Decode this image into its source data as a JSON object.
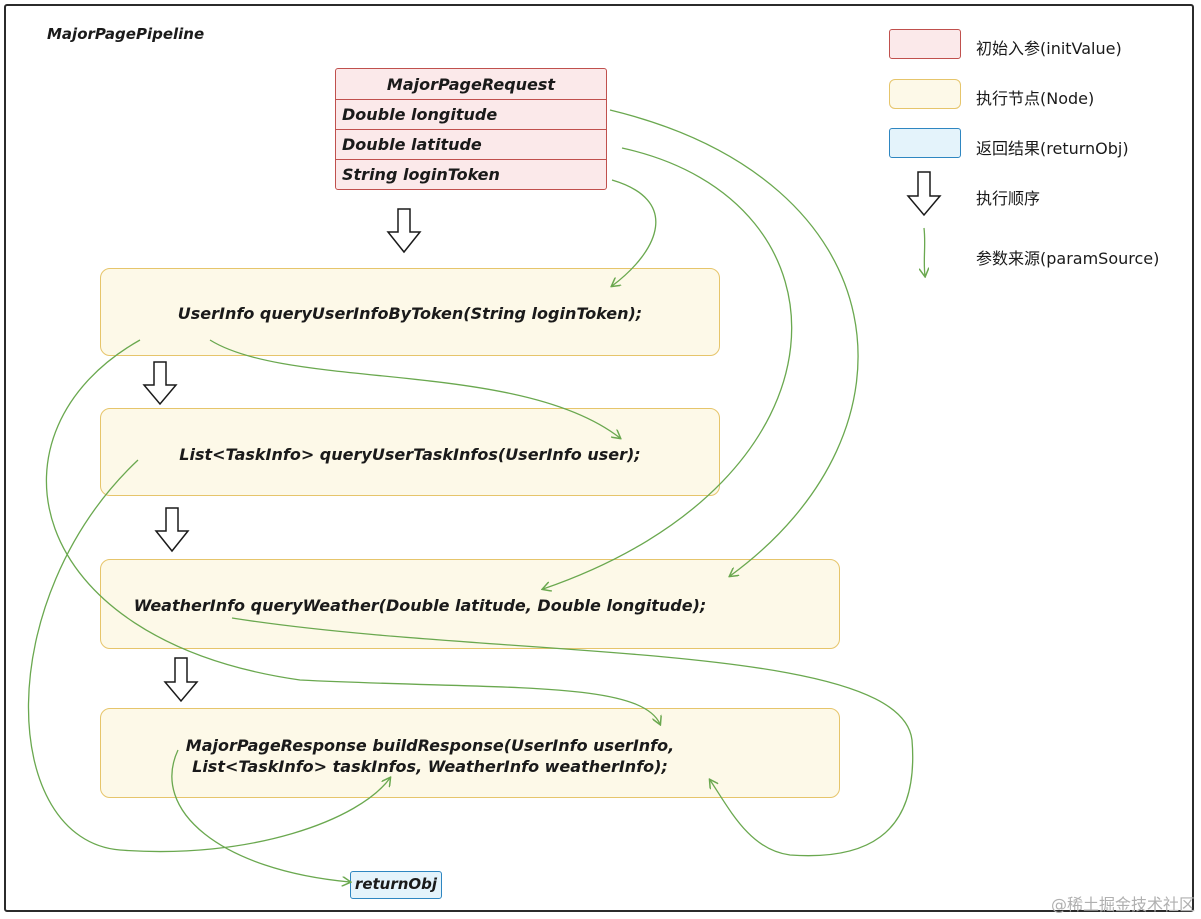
{
  "title": "MajorPagePipeline",
  "request": {
    "header": "MajorPageRequest",
    "fields": [
      "Double longitude",
      "Double latitude",
      "String loginToken"
    ]
  },
  "nodes": [
    {
      "lines": [
        "UserInfo queryUserInfoByToken(String loginToken);"
      ]
    },
    {
      "lines": [
        "List<TaskInfo> queryUserTaskInfos(UserInfo user);"
      ]
    },
    {
      "lines": [
        "WeatherInfo queryWeather(Double latitude, Double longitude);"
      ]
    },
    {
      "lines": [
        "MajorPageResponse buildResponse(UserInfo userInfo,",
        "List<TaskInfo> taskInfos, WeatherInfo weatherInfo);"
      ]
    }
  ],
  "return_obj": "returnObj",
  "legend": [
    {
      "label": "初始入参(initValue)",
      "kind": "init-value",
      "color": "#c0504d"
    },
    {
      "label": "执行节点(Node)",
      "kind": "node",
      "color": "#e6c56b"
    },
    {
      "label": "返回结果(returnObj)",
      "kind": "return-obj",
      "color": "#2e86c1"
    },
    {
      "label": "执行顺序",
      "kind": "exec-order-arrow"
    },
    {
      "label": "参数来源(paramSource)",
      "kind": "param-source-arrow",
      "color": "#6aa84f"
    }
  ],
  "watermark": "@稀土掘金技术社区"
}
